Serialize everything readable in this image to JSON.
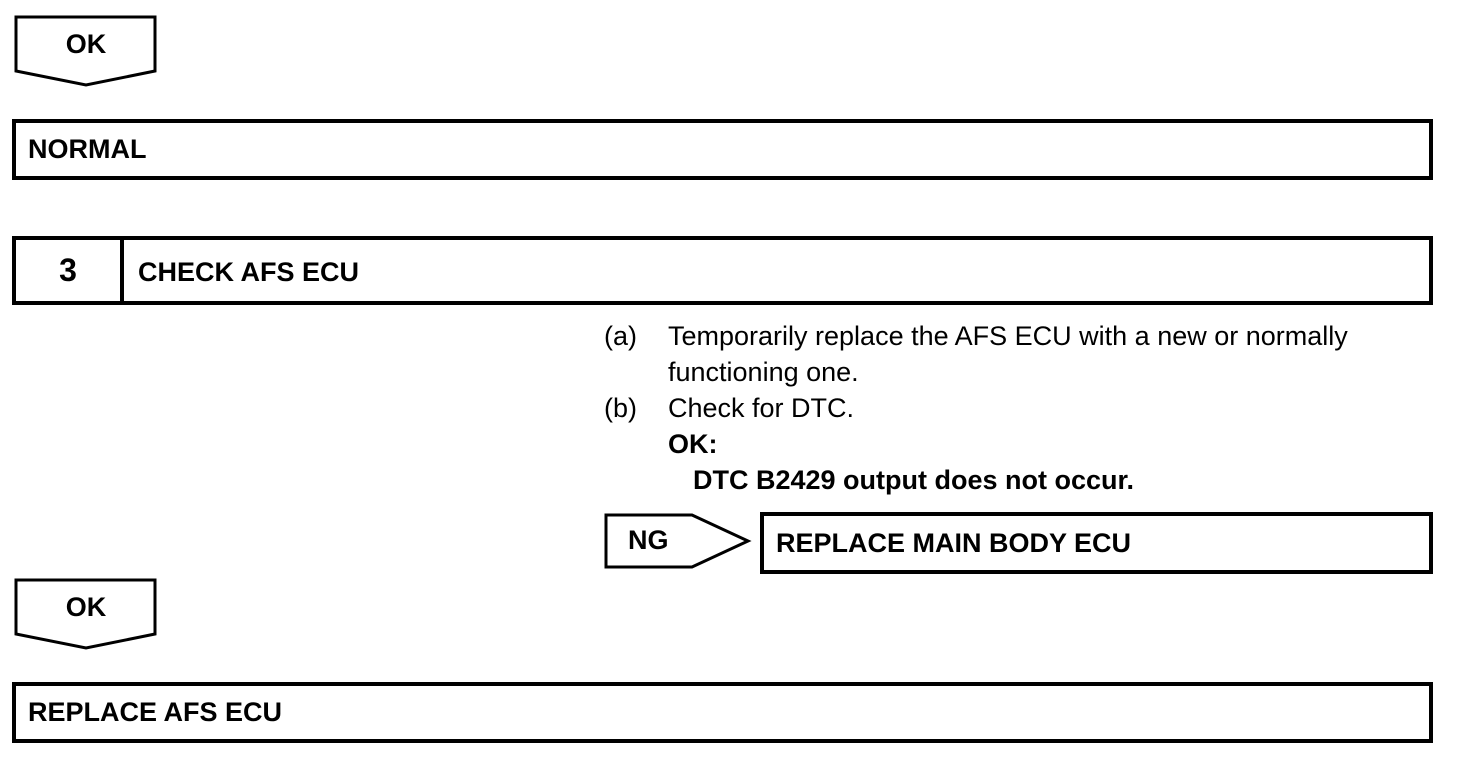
{
  "flow": {
    "ok_arrow_1": "OK",
    "normal_box": "NORMAL",
    "step": {
      "number": "3",
      "title": "CHECK AFS ECU"
    },
    "instructions": {
      "a_marker": "(a)",
      "a_line1": "Temporarily replace the AFS ECU with a new or normally",
      "a_line2": "functioning one.",
      "b_marker": "(b)",
      "b_line1": "Check for DTC.",
      "ok_label": "OK:",
      "ok_condition": "DTC B2429 output does not occur."
    },
    "ng_arrow": "NG",
    "ng_result": "REPLACE MAIN BODY ECU",
    "ok_arrow_2": "OK",
    "ok_result": "REPLACE AFS ECU"
  }
}
